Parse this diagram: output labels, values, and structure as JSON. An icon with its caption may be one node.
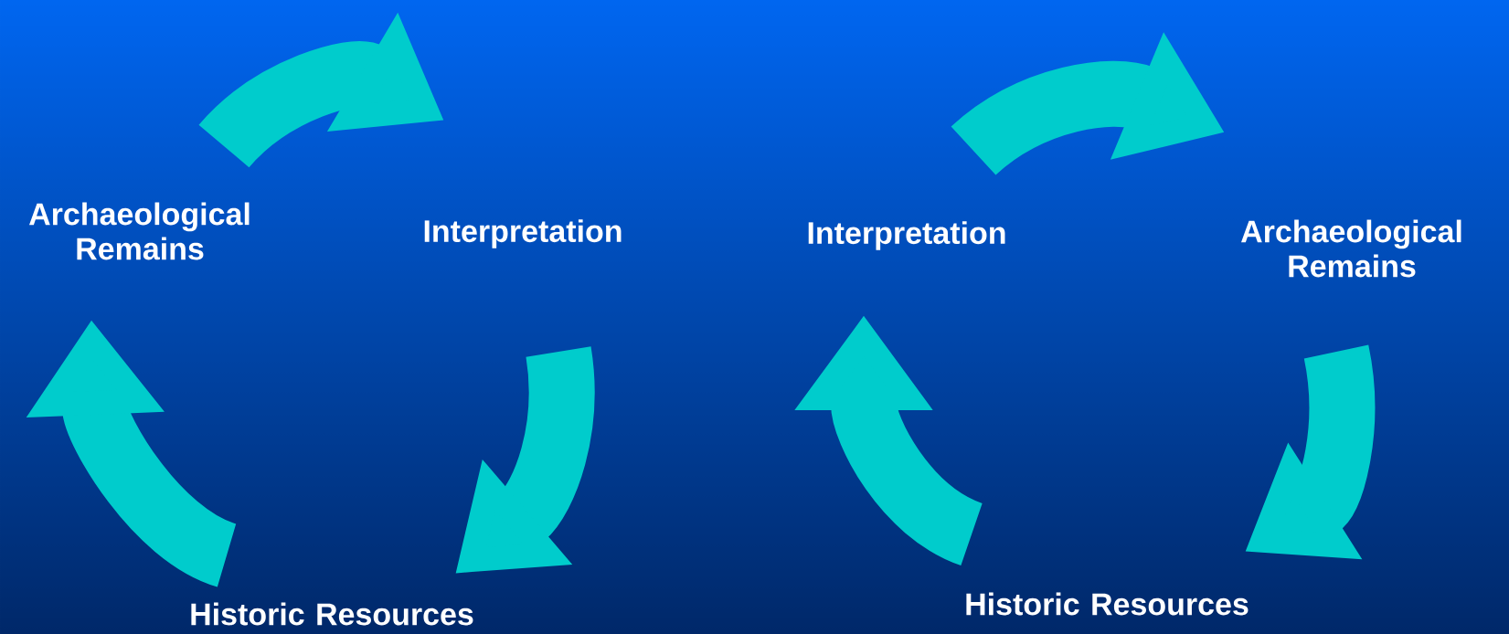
{
  "diagram": {
    "nodes": [
      {
        "text": [
          "Archaeological Remains"
        ]
      },
      {
        "text": [
          "Interpretation"
        ]
      },
      {
        "text": [
          "Historic Resources"
        ]
      },
      {
        "text": [
          "Interpretation"
        ]
      },
      {
        "text": [
          "Archaeological Remains"
        ]
      },
      {
        "text": [
          "Historic Resources"
        ]
      }
    ],
    "edges": [
      {
        "from": 0,
        "to": 1,
        "arrow": "to"
      },
      {
        "from": 1,
        "to": 2,
        "arrow": "to"
      },
      {
        "from": 2,
        "to": 0,
        "arrow": "to"
      },
      {
        "from": 3,
        "to": 4,
        "arrow": "to"
      },
      {
        "from": 4,
        "to": 5,
        "arrow": "to"
      },
      {
        "from": 5,
        "to": 3,
        "arrow": "to"
      }
    ]
  }
}
